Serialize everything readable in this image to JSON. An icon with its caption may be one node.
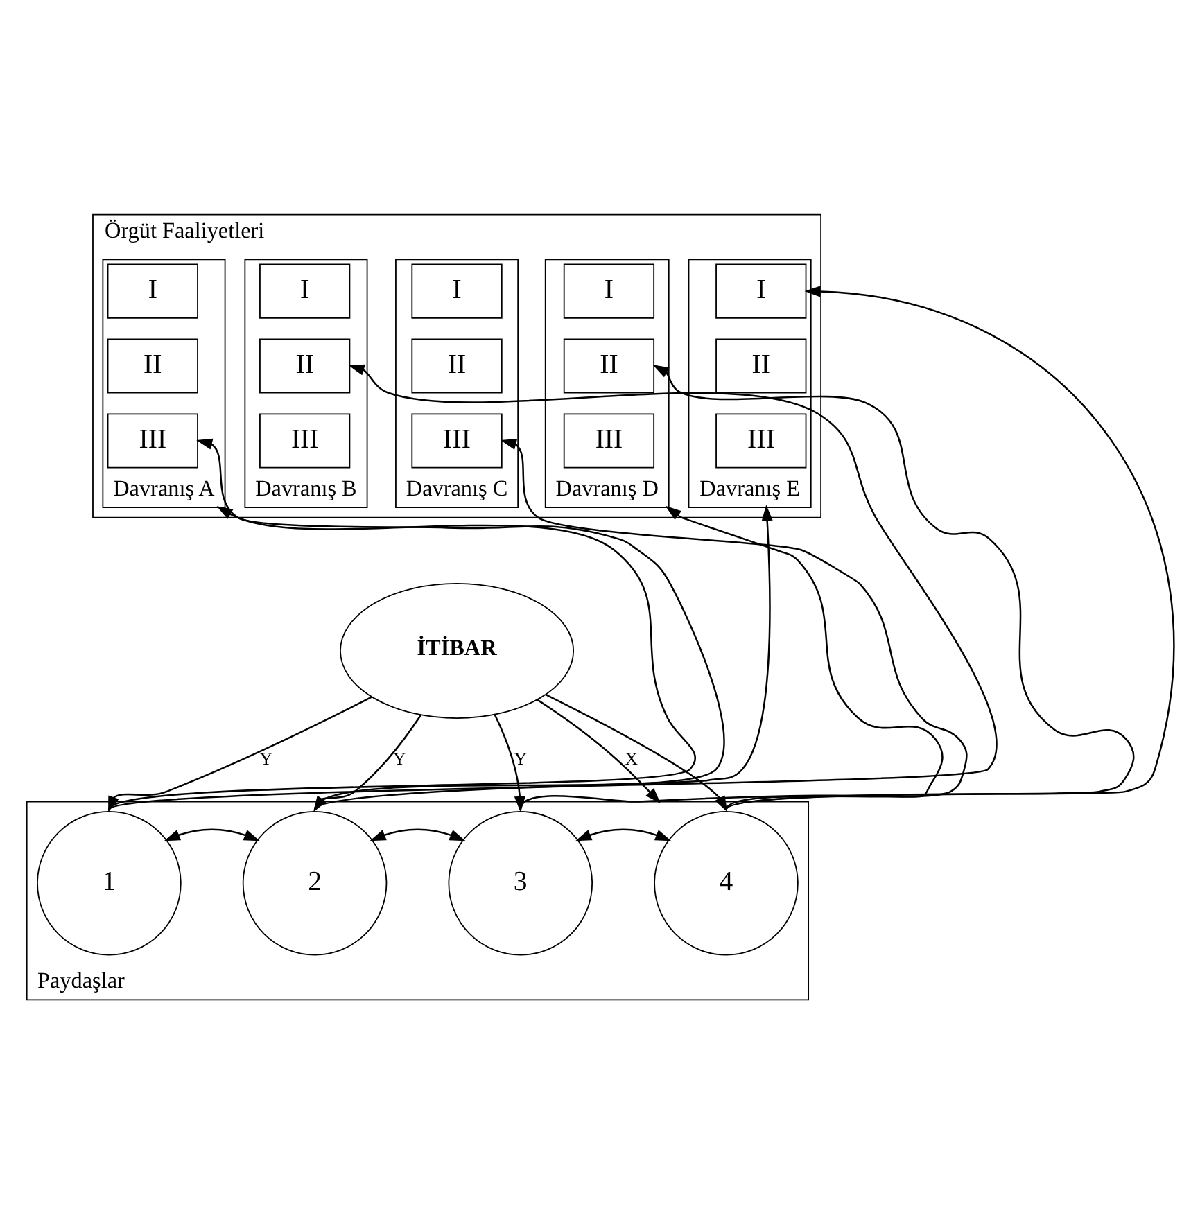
{
  "diagram": {
    "nodes": [
      {
        "text": [
          "Örgüt Faaliyetleri"
        ]
      },
      {
        "text": [
          "Davranış A"
        ],
        "in": 0
      },
      {
        "text": [
          "I"
        ],
        "in": 1
      },
      {
        "text": [
          "II"
        ],
        "in": 1
      },
      {
        "text": [
          "III"
        ],
        "in": 1
      },
      {
        "text": [
          "Davranış B"
        ],
        "in": 0
      },
      {
        "text": [
          "I"
        ],
        "in": 5
      },
      {
        "text": [
          "II"
        ],
        "in": 5
      },
      {
        "text": [
          "III"
        ],
        "in": 5
      },
      {
        "text": [
          "Davranış C"
        ],
        "in": 0
      },
      {
        "text": [
          "I"
        ],
        "in": 9
      },
      {
        "text": [
          "II"
        ],
        "in": 9
      },
      {
        "text": [
          "III"
        ],
        "in": 9
      },
      {
        "text": [
          "Davranış D"
        ],
        "in": 0
      },
      {
        "text": [
          "I"
        ],
        "in": 13
      },
      {
        "text": [
          "II"
        ],
        "in": 13
      },
      {
        "text": [
          "III"
        ],
        "in": 13
      },
      {
        "text": [
          "Davranış E"
        ],
        "in": 0
      },
      {
        "text": [
          "I"
        ],
        "in": 17
      },
      {
        "text": [
          "II"
        ],
        "in": 17
      },
      {
        "text": [
          "III"
        ],
        "in": 17
      },
      {
        "text": [
          "İTİBAR"
        ]
      },
      {
        "text": [
          "Paydaşlar"
        ]
      },
      {
        "text": [
          "1"
        ],
        "in": 22
      },
      {
        "text": [
          "2"
        ],
        "in": 22
      },
      {
        "text": [
          "3"
        ],
        "in": 22
      },
      {
        "text": [
          "4"
        ],
        "in": 22
      }
    ],
    "edges": [
      {
        "from": 23,
        "to": 1,
        "arrow": "to"
      },
      {
        "from": 23,
        "to": 7,
        "arrow": "to"
      },
      {
        "from": 24,
        "to": 4,
        "arrow": "to"
      },
      {
        "from": 24,
        "to": 17,
        "arrow": "to"
      },
      {
        "from": 25,
        "to": 13,
        "arrow": "to"
      },
      {
        "from": 26,
        "to": 12,
        "arrow": "to"
      },
      {
        "from": 26,
        "to": 15,
        "arrow": "to"
      },
      {
        "from": 26,
        "to": 18,
        "arrow": "to"
      },
      {
        "from": 21,
        "to": 23,
        "arrow": "to",
        "label": "Y"
      },
      {
        "from": 21,
        "to": 24,
        "arrow": "to",
        "label": "Y"
      },
      {
        "from": 21,
        "to": 22,
        "arrow": "to",
        "label": "X"
      },
      {
        "from": 21,
        "to": 25,
        "arrow": "to",
        "label": "Y"
      },
      {
        "from": 21,
        "to": 26,
        "arrow": "to"
      },
      {
        "from": 23,
        "to": 24,
        "arrow": "both"
      },
      {
        "from": 24,
        "to": 25,
        "arrow": "both"
      },
      {
        "from": 25,
        "to": 26,
        "arrow": "both"
      }
    ]
  }
}
